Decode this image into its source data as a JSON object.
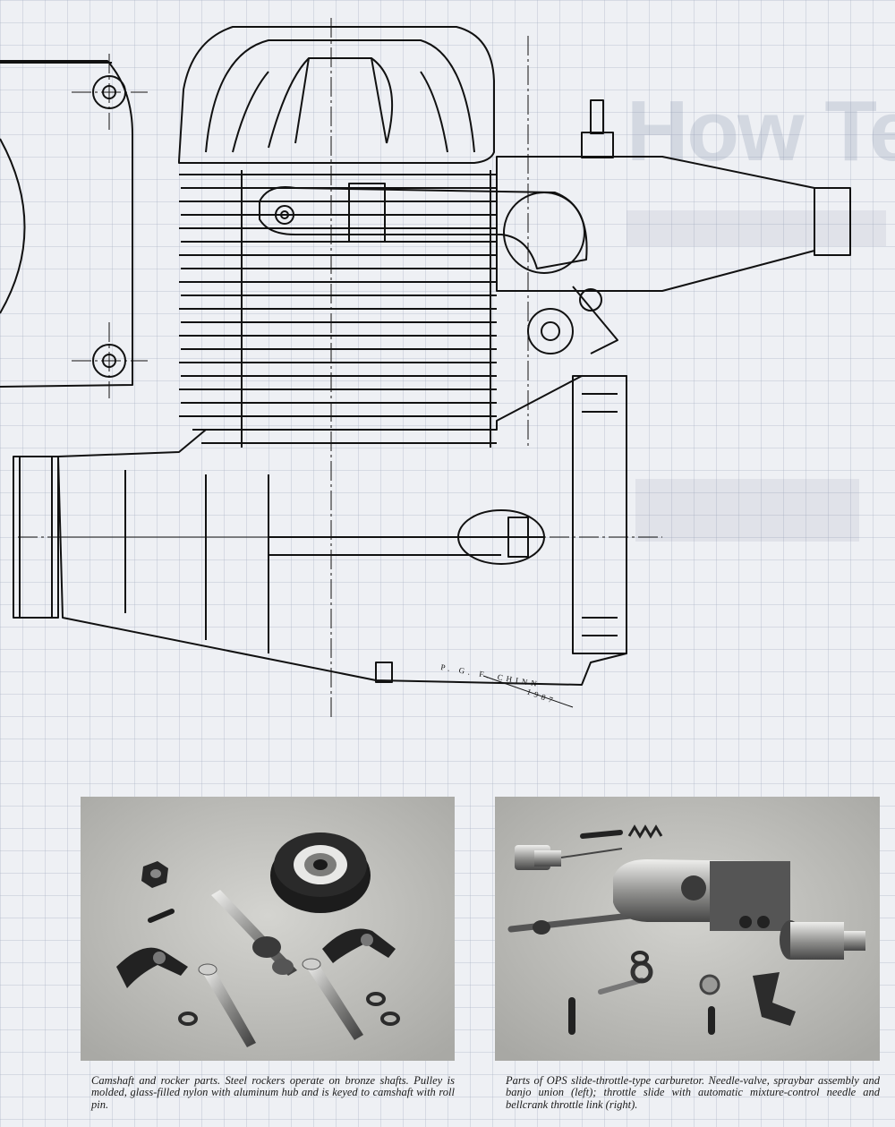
{
  "drawing": {
    "signature_name": "P. G. F. CHINN",
    "signature_year": "1987"
  },
  "photos": [
    {
      "caption": "Camshaft and rocker parts. Steel rockers operate on bronze shafts. Pulley is molded, glass-filled nylon with aluminum hub and is keyed to camshaft with roll pin."
    },
    {
      "caption": "Parts of OPS slide-throttle-type carburetor. Needle-valve, spraybar assembly and banjo union (left); throttle slide with automatic mixture-control needle and bellcrank throttle link (right)."
    }
  ],
  "background": {
    "grid_color": "#aab2c3",
    "page_color": "#eef0f4"
  }
}
